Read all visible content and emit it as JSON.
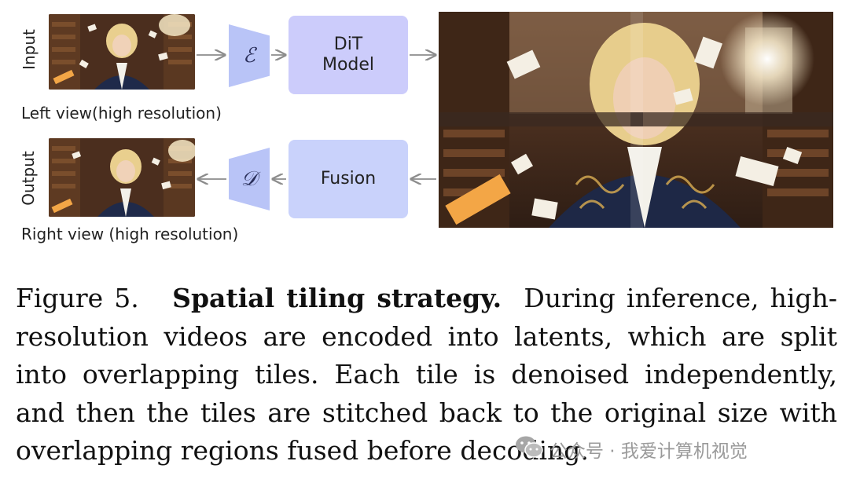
{
  "diagram": {
    "input_label": "Input",
    "output_label": "Output",
    "left_view_caption": "Left view(high resolution)",
    "right_view_caption": "Right view (high resolution)",
    "encoder_symbol": "ℰ",
    "decoder_symbol": "𝒟",
    "dit_box_label": "DiT\nModel",
    "fusion_box_label": "Fusion",
    "colors": {
      "encoder_fill": "#b9c4f7",
      "dit_fill": "#ccccfb",
      "fusion_fill": "#c9d2fb",
      "arrow": "#8c8c8c",
      "tile_seam": "#3a2a22"
    }
  },
  "caption": {
    "figure_label": "Figure 5.",
    "title": "Spatial tiling strategy.",
    "body": "During inference, high-resolution videos are encoded into latents, which are split into overlapping tiles. Each tile is denoised independently, and then the tiles are stitched back to the original size with overlapping regions fused before decoding."
  },
  "watermark": {
    "text": "公众号 · 我爱计算机视觉",
    "icon": "wechat-icon"
  }
}
